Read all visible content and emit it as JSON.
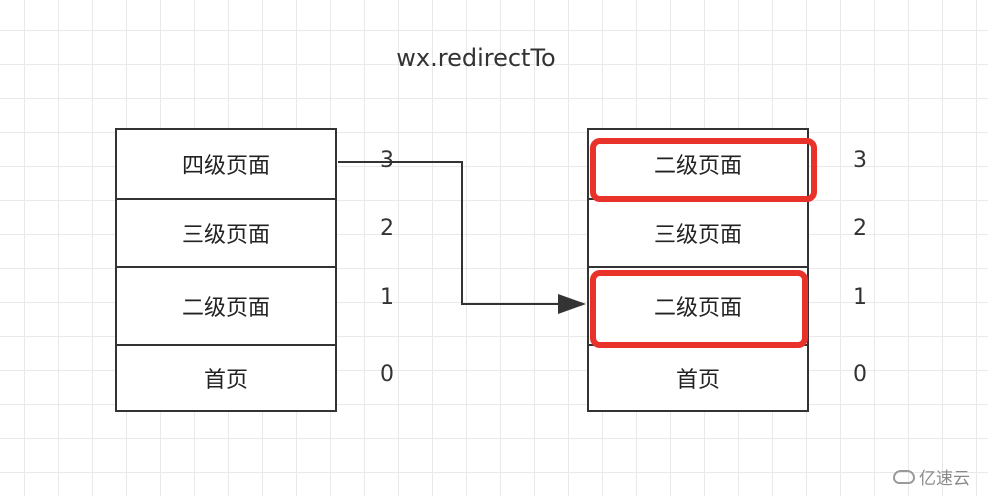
{
  "title": "wx.redirectTo",
  "left_stack": {
    "cells": [
      "四级页面",
      "三级页面",
      "二级页面",
      "首页"
    ],
    "indices": [
      "3",
      "2",
      "1",
      "0"
    ]
  },
  "right_stack": {
    "cells": [
      "二级页面",
      "三级页面",
      "二级页面",
      "首页"
    ],
    "indices": [
      "3",
      "2",
      "1",
      "0"
    ]
  },
  "highlight_color": "#e8322a",
  "watermark": {
    "text": "亿速云"
  }
}
